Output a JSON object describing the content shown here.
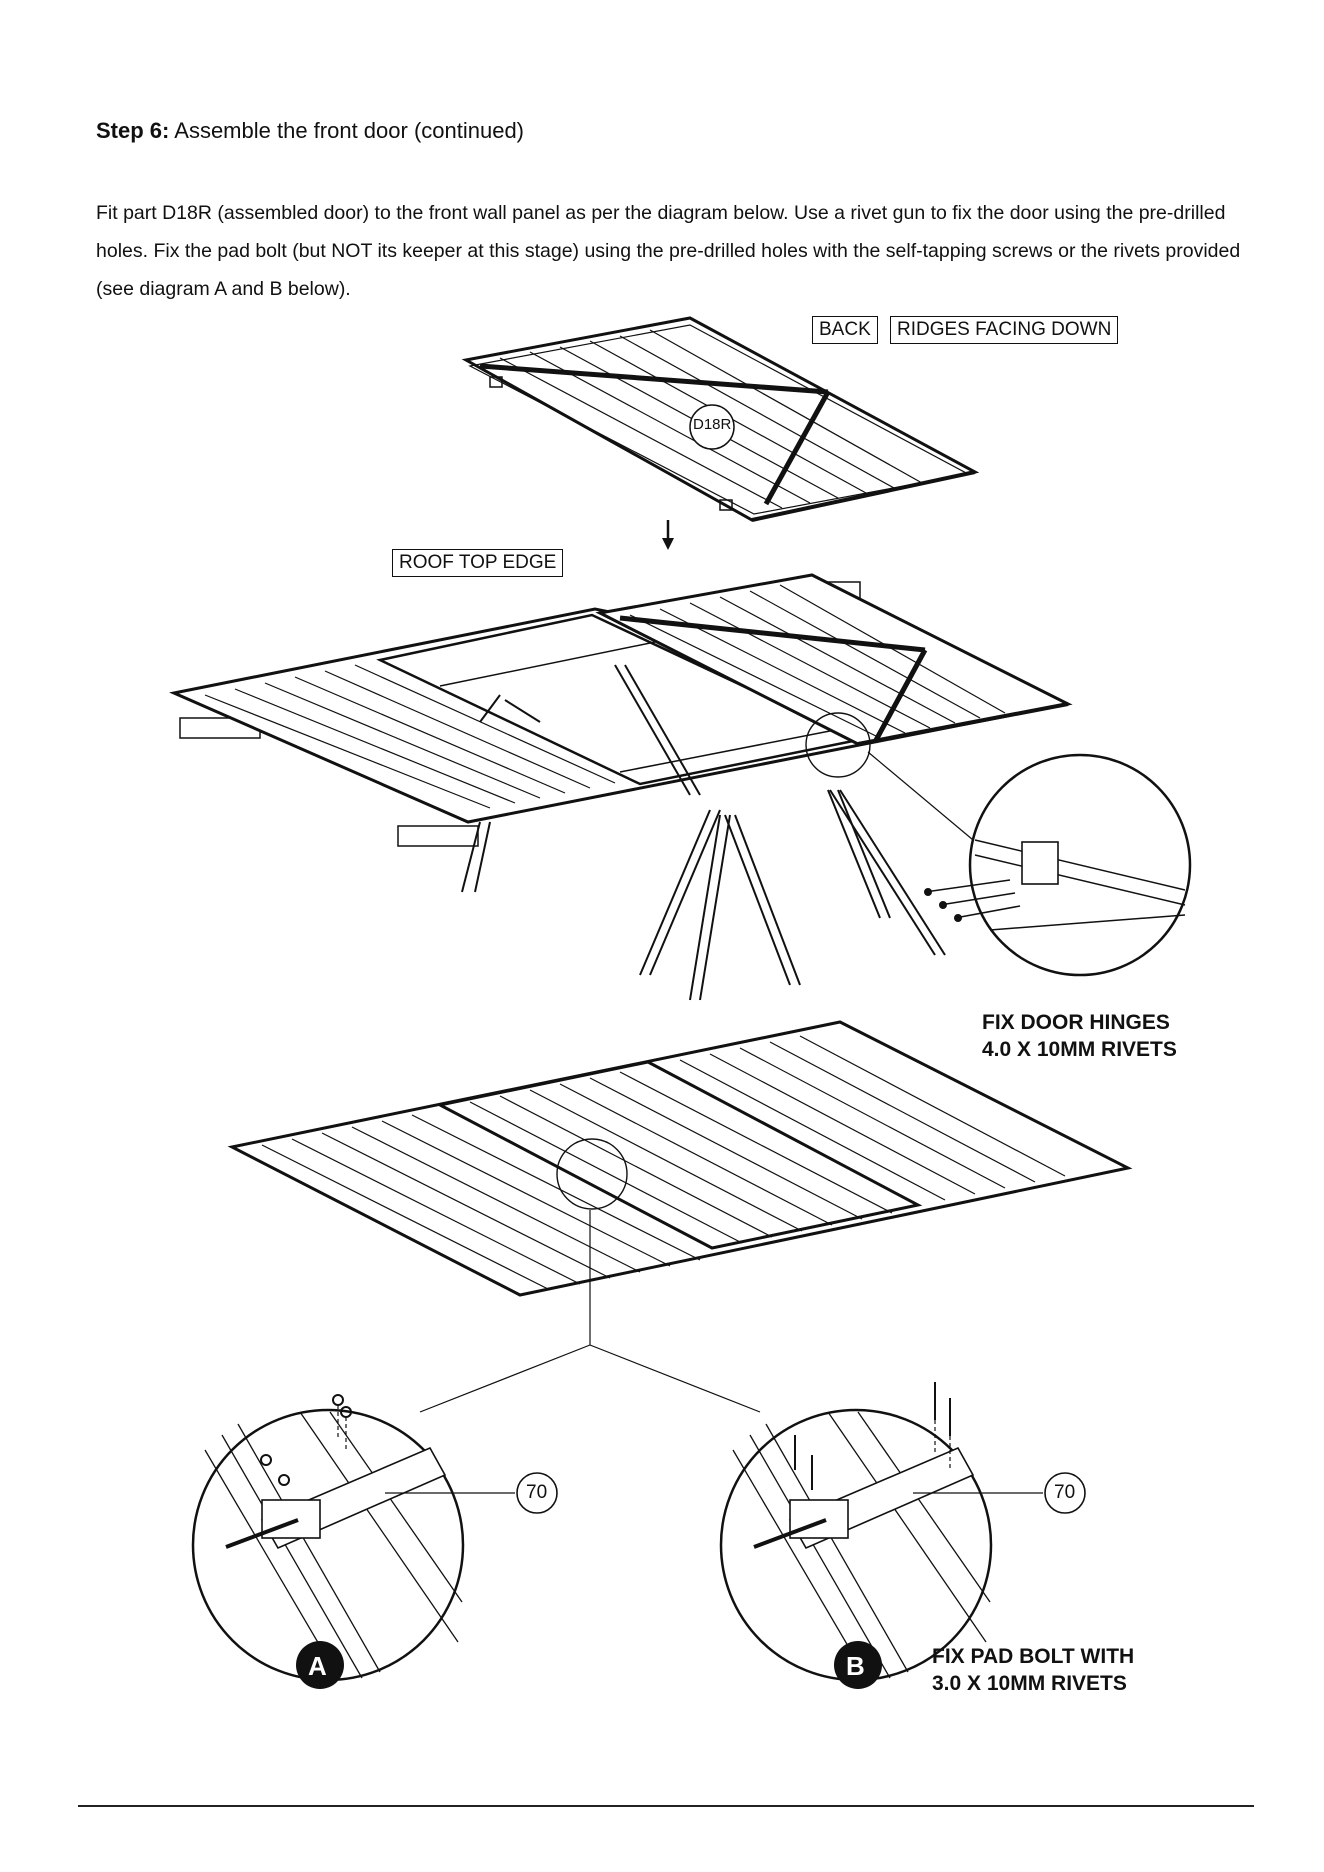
{
  "step": {
    "number_label": "Step 6:",
    "title": "Assemble the front door (continued)"
  },
  "instructions": {
    "line1": "Fit part D18R (assembled door) to the front wall panel as per the diagram below. Use a rivet gun to fix the door using the pre-drilled",
    "line2": "holes. Fix the pad bolt (but NOT its keeper at this stage) using the pre-drilled holes with the self-tapping screws or the rivets provided",
    "line3": "(see diagram A and B below)."
  },
  "labels": {
    "back": "BACK",
    "ridges": "RIDGES FACING DOWN",
    "part_id": "D18R",
    "roof_top_edge": "ROOF TOP EDGE",
    "hinges_line1": "FIX DOOR HINGES",
    "hinges_line2": "4.0 X 10MM RIVETS",
    "part_70_a": "70",
    "part_70_b": "70",
    "diagram_a": "A",
    "diagram_b": "B",
    "padbolt_line1": "FIX PAD BOLT WITH",
    "padbolt_line2": "3.0 X 10MM RIVETS"
  }
}
